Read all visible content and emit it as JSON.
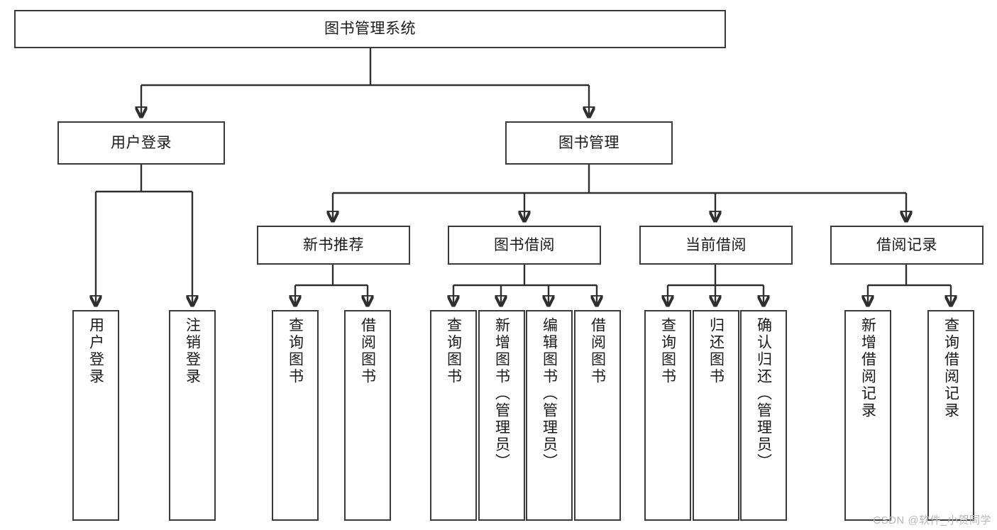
{
  "diagram": {
    "type": "tree",
    "title": "图书管理系统",
    "watermark": "CSDN @软件_小贺同学",
    "colors": {
      "box_border": "#3a3a3a",
      "box_fill": "#ffffff",
      "connector": "#2f2f2f",
      "text": "#1a1a1a",
      "watermark": "#b9b9b9"
    },
    "levels": {
      "root": "图书管理系统",
      "level2": [
        "用户登录",
        "图书管理"
      ],
      "level3": [
        "新书推荐",
        "图书借阅",
        "当前借阅",
        "借阅记录"
      ]
    },
    "nodes": {
      "root": {
        "label": "图书管理系统"
      },
      "user_login": {
        "label": "用户登录"
      },
      "book_manage": {
        "label": "图书管理"
      },
      "new_book_rec": {
        "label": "新书推荐"
      },
      "book_borrow": {
        "label": "图书借阅"
      },
      "current_borrow": {
        "label": "当前借阅"
      },
      "borrow_record": {
        "label": "借阅记录"
      },
      "leaf_user_login": {
        "label": "用户登录"
      },
      "leaf_logout": {
        "label": "注销登录"
      },
      "leaf_query_book_1": {
        "label": "查询图书"
      },
      "leaf_borrow_book_1": {
        "label": "借阅图书"
      },
      "leaf_query_book_2": {
        "label": "查询图书"
      },
      "leaf_add_book": {
        "label": "新增图书（管理员）"
      },
      "leaf_edit_book": {
        "label": "编辑图书（管理员）"
      },
      "leaf_borrow_book_2": {
        "label": "借阅图书"
      },
      "leaf_query_book_3": {
        "label": "查询图书"
      },
      "leaf_return_book": {
        "label": "归还图书"
      },
      "leaf_confirm_return": {
        "label": "确认归还（管理员）"
      },
      "leaf_add_record": {
        "label": "新增借阅记录"
      },
      "leaf_query_record": {
        "label": "查询借阅记录"
      }
    },
    "edges": [
      {
        "from": "root",
        "to": "user_login"
      },
      {
        "from": "root",
        "to": "book_manage"
      },
      {
        "from": "user_login",
        "to": "leaf_user_login"
      },
      {
        "from": "user_login",
        "to": "leaf_logout"
      },
      {
        "from": "book_manage",
        "to": "new_book_rec"
      },
      {
        "from": "book_manage",
        "to": "book_borrow"
      },
      {
        "from": "book_manage",
        "to": "current_borrow"
      },
      {
        "from": "book_manage",
        "to": "borrow_record"
      },
      {
        "from": "new_book_rec",
        "to": "leaf_query_book_1"
      },
      {
        "from": "new_book_rec",
        "to": "leaf_borrow_book_1"
      },
      {
        "from": "book_borrow",
        "to": "leaf_query_book_2"
      },
      {
        "from": "book_borrow",
        "to": "leaf_add_book"
      },
      {
        "from": "book_borrow",
        "to": "leaf_edit_book"
      },
      {
        "from": "book_borrow",
        "to": "leaf_borrow_book_2"
      },
      {
        "from": "current_borrow",
        "to": "leaf_query_book_3"
      },
      {
        "from": "current_borrow",
        "to": "leaf_return_book"
      },
      {
        "from": "current_borrow",
        "to": "leaf_confirm_return"
      },
      {
        "from": "borrow_record",
        "to": "leaf_add_record"
      },
      {
        "from": "borrow_record",
        "to": "leaf_query_record"
      }
    ]
  }
}
